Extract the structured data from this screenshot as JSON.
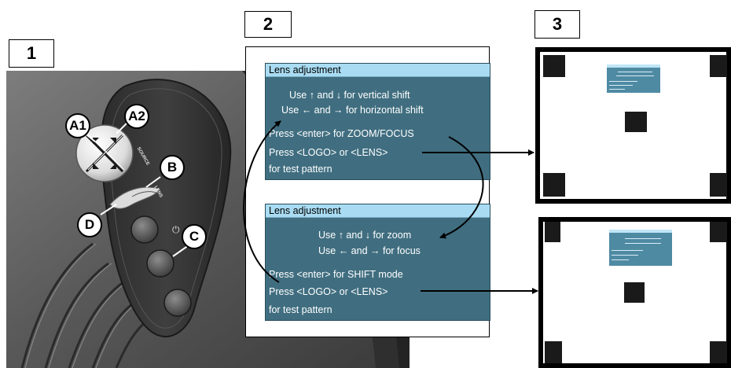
{
  "labels": {
    "one": "1",
    "two": "2",
    "three": "3"
  },
  "callouts": {
    "a1": "A1",
    "a2": "A2",
    "b": "B",
    "c": "C",
    "d": "D"
  },
  "buttons": {
    "source": "SOURCE",
    "lens": "LENS",
    "power": "⏻"
  },
  "menu_top": {
    "title": "Lens adjustment",
    "line1": "Use ↑ and ↓ for vertical shift",
    "line2": "Use ← and → for horizontal shift",
    "line3": "Press <enter> for ZOOM/FOCUS",
    "line4": "Press <LOGO> or <LENS>",
    "line5": "for test pattern"
  },
  "menu_bottom": {
    "title": "Lens adjustment",
    "line1": "Use ↑ and ↓ for zoom",
    "line2": "Use ← and → for focus",
    "line3": "Press <enter> for SHIFT mode",
    "line4": "Press <LOGO> or <LENS>",
    "line5": "for test pattern"
  },
  "colors": {
    "menu_bg": "#406e80",
    "menu_title_bg": "#a9dcf2"
  }
}
